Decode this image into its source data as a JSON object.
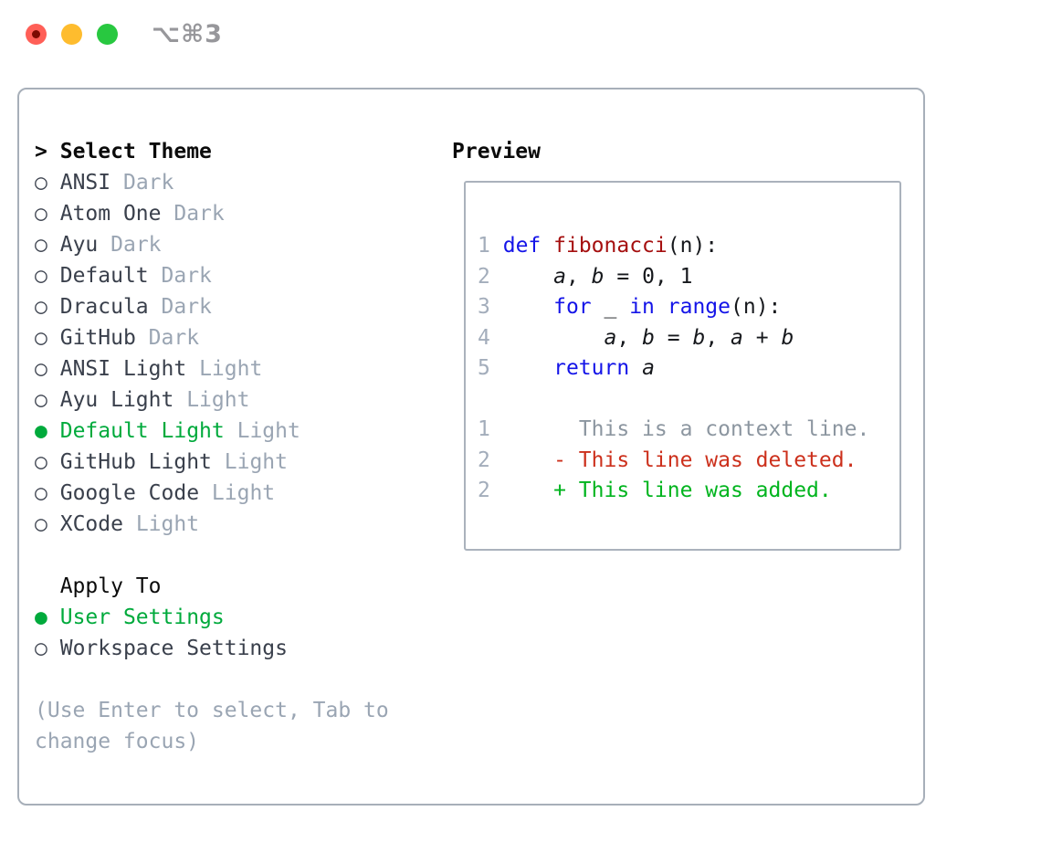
{
  "window": {
    "title": "⌥⌘3"
  },
  "icons": {
    "radio_unselected_glyph": "○",
    "radio_selected_glyph": "●"
  },
  "colors": {
    "accent_green": "#00aa3c",
    "keyword_blue": "#1414e8",
    "function_red": "#a50f0f",
    "diff_deleted_red": "#cc301c",
    "diff_added_green": "#00b41e",
    "muted_gray": "#9aa5b3",
    "line_number_gray": "#a3adbb",
    "context_gray": "#8c96a0",
    "text_dark": "#3a404c",
    "heading_black": "#0b0b0b",
    "border_gray": "#a7afb9",
    "traffic_red": "#ff5f57",
    "traffic_yellow": "#febc2e",
    "traffic_green": "#28c840"
  },
  "theme_list": {
    "header": {
      "prompt": ">",
      "label": "Select Theme"
    },
    "items": [
      {
        "name": "ANSI",
        "variant": "Dark",
        "selected": false
      },
      {
        "name": "Atom One",
        "variant": "Dark",
        "selected": false
      },
      {
        "name": "Ayu",
        "variant": "Dark",
        "selected": false
      },
      {
        "name": "Default",
        "variant": "Dark",
        "selected": false
      },
      {
        "name": "Dracula",
        "variant": "Dark",
        "selected": false
      },
      {
        "name": "GitHub",
        "variant": "Dark",
        "selected": false
      },
      {
        "name": "ANSI Light",
        "variant": "Light",
        "selected": false
      },
      {
        "name": "Ayu Light",
        "variant": "Light",
        "selected": false
      },
      {
        "name": "Default Light",
        "variant": "Light",
        "selected": true
      },
      {
        "name": "GitHub Light",
        "variant": "Light",
        "selected": false
      },
      {
        "name": "Google Code",
        "variant": "Light",
        "selected": false
      },
      {
        "name": "XCode",
        "variant": "Light",
        "selected": false
      }
    ]
  },
  "apply_to": {
    "heading": "Apply To",
    "options": [
      {
        "label": "User Settings",
        "selected": true
      },
      {
        "label": "Workspace Settings",
        "selected": false
      }
    ]
  },
  "hint": {
    "lines": [
      "(Use Enter to select, Tab to",
      "change focus)"
    ]
  },
  "preview": {
    "label": "Preview",
    "code_lines": [
      {
        "num": "1",
        "segments": [
          {
            "t": "def",
            "c": "kw"
          },
          {
            "t": " ",
            "c": "pl"
          },
          {
            "t": "fibonacci",
            "c": "fn"
          },
          {
            "t": "(n):",
            "c": "pl"
          }
        ]
      },
      {
        "num": "2",
        "segments": [
          {
            "t": "    ",
            "c": "pl"
          },
          {
            "t": "a",
            "c": "var"
          },
          {
            "t": ", ",
            "c": "pl"
          },
          {
            "t": "b",
            "c": "var"
          },
          {
            "t": " = 0, 1",
            "c": "pl"
          }
        ]
      },
      {
        "num": "3",
        "segments": [
          {
            "t": "    ",
            "c": "pl"
          },
          {
            "t": "for",
            "c": "kw"
          },
          {
            "t": " _ ",
            "c": "pl"
          },
          {
            "t": "in",
            "c": "kw"
          },
          {
            "t": " ",
            "c": "pl"
          },
          {
            "t": "range",
            "c": "kw"
          },
          {
            "t": "(n):",
            "c": "pl"
          }
        ]
      },
      {
        "num": "4",
        "segments": [
          {
            "t": "        ",
            "c": "pl"
          },
          {
            "t": "a",
            "c": "var"
          },
          {
            "t": ", ",
            "c": "pl"
          },
          {
            "t": "b",
            "c": "var"
          },
          {
            "t": " = ",
            "c": "pl"
          },
          {
            "t": "b",
            "c": "var"
          },
          {
            "t": ", ",
            "c": "pl"
          },
          {
            "t": "a",
            "c": "var"
          },
          {
            "t": " + ",
            "c": "pl"
          },
          {
            "t": "b",
            "c": "var"
          }
        ]
      },
      {
        "num": "5",
        "segments": [
          {
            "t": "    ",
            "c": "pl"
          },
          {
            "t": "return",
            "c": "kw"
          },
          {
            "t": " ",
            "c": "pl"
          },
          {
            "t": "a",
            "c": "var"
          }
        ]
      }
    ],
    "diff_lines": [
      {
        "num": "1",
        "segments": [
          {
            "t": "      ",
            "c": "pl"
          },
          {
            "t": "This is a context line.",
            "c": "ctx"
          }
        ]
      },
      {
        "num": "2",
        "segments": [
          {
            "t": "    ",
            "c": "pl"
          },
          {
            "t": "- This line was deleted.",
            "c": "del"
          }
        ]
      },
      {
        "num": "2",
        "segments": [
          {
            "t": "    ",
            "c": "pl"
          },
          {
            "t": "+ This line was added.",
            "c": "add"
          }
        ]
      }
    ]
  }
}
